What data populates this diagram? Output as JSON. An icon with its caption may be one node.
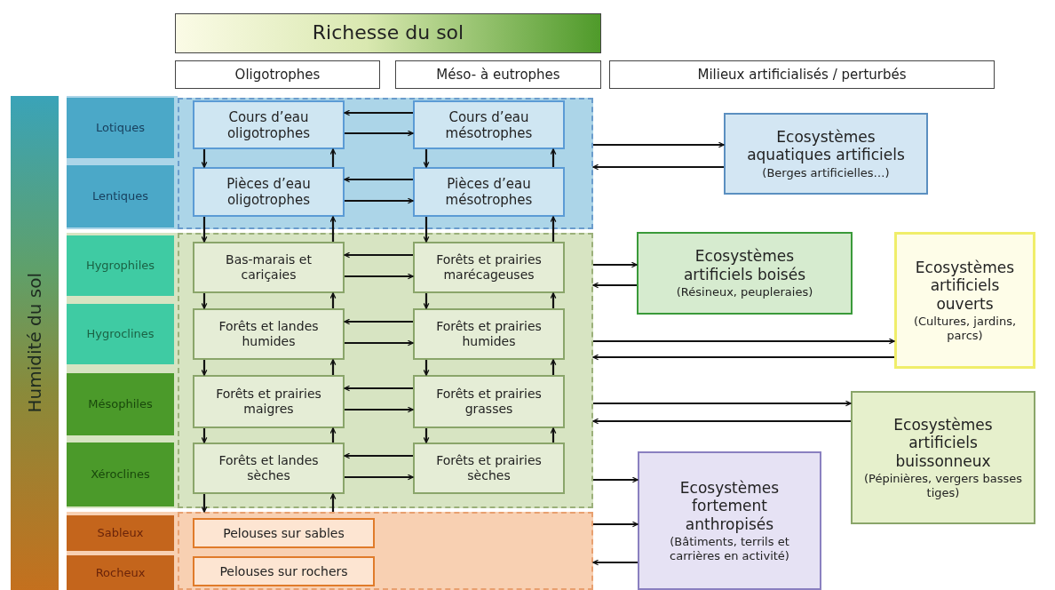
{
  "diagram": {
    "nodes": [
      {
        "text": [
          "Richesse du sol"
        ]
      },
      {
        "text": [
          "Oligotrophes"
        ]
      },
      {
        "text": [
          "Méso- à eutrophes"
        ]
      },
      {
        "text": [
          "Milieux artificialisés / perturbés"
        ]
      },
      {
        "text": [
          "Humidité du sol"
        ]
      },
      {
        "text": [
          "Lotiques"
        ]
      },
      {
        "text": [
          "Lentiques"
        ]
      },
      {
        "text": [
          "Hygrophiles"
        ]
      },
      {
        "text": [
          "Hygroclines"
        ]
      },
      {
        "text": [
          "Mésophiles"
        ]
      },
      {
        "text": [
          "Xéroclines"
        ]
      },
      {
        "text": [
          "Sableux"
        ]
      },
      {
        "text": [
          "Rocheux"
        ]
      },
      {
        "text": [],
        "shape": "box"
      },
      {
        "text": [
          "Cours d’eau oligotrophes"
        ],
        "in": 13
      },
      {
        "text": [
          "Cours d’eau mésotrophes"
        ],
        "in": 13
      },
      {
        "text": [
          "Pièces d’eau oligotrophes"
        ],
        "in": 13
      },
      {
        "text": [
          "Pièces d’eau mésotrophes"
        ],
        "in": 13
      },
      {
        "text": [],
        "shape": "box"
      },
      {
        "text": [
          "Bas-marais et cariçaies"
        ],
        "in": 18
      },
      {
        "text": [
          "Forêts et prairies marécageuses"
        ],
        "in": 18
      },
      {
        "text": [
          "Forêts et landes humides"
        ],
        "in": 18
      },
      {
        "text": [
          "Forêts et prairies humides"
        ],
        "in": 18
      },
      {
        "text": [
          "Forêts et prairies maigres"
        ],
        "in": 18
      },
      {
        "text": [
          "Forêts et prairies grasses"
        ],
        "in": 18
      },
      {
        "text": [
          "Forêts et landes sèches"
        ],
        "in": 18
      },
      {
        "text": [
          "Forêts et prairies sèches"
        ],
        "in": 18
      },
      {
        "text": [],
        "shape": "box"
      },
      {
        "text": [
          "Pelouses sur sables"
        ],
        "in": 27
      },
      {
        "text": [
          "Pelouses sur rochers"
        ],
        "in": 27
      },
      {
        "text": [
          "Ecosystèmes aquatiques artificiels",
          "(Berges artificielles…)"
        ]
      },
      {
        "text": [
          "Ecosystèmes artificiels boisés",
          "(Résineux, peupleraies)"
        ]
      },
      {
        "text": [
          "Ecosystèmes artificiels ouverts",
          "(Cultures, jardins, parcs)"
        ]
      },
      {
        "text": [
          "Ecosystèmes artificiels buissonneux",
          "(Pépinières, vergers basses tiges)"
        ]
      },
      {
        "text": [
          "Ecosystèmes fortement anthropisés",
          "(Bâtiments, terrils et carrières en activité)"
        ]
      }
    ],
    "edges": [
      {
        "from": 15,
        "to": 14,
        "arrow": "to"
      },
      {
        "from": 14,
        "to": 15,
        "arrow": "to"
      },
      {
        "from": 17,
        "to": 16,
        "arrow": "to"
      },
      {
        "from": 16,
        "to": 17,
        "arrow": "to"
      },
      {
        "from": 20,
        "to": 19,
        "arrow": "to"
      },
      {
        "from": 19,
        "to": 20,
        "arrow": "to"
      },
      {
        "from": 22,
        "to": 21,
        "arrow": "to"
      },
      {
        "from": 21,
        "to": 22,
        "arrow": "to"
      },
      {
        "from": 24,
        "to": 23,
        "arrow": "to"
      },
      {
        "from": 23,
        "to": 24,
        "arrow": "to"
      },
      {
        "from": 26,
        "to": 25,
        "arrow": "to"
      },
      {
        "from": 25,
        "to": 26,
        "arrow": "to"
      },
      {
        "from": 14,
        "to": 16,
        "arrow": "to"
      },
      {
        "from": 16,
        "to": 14,
        "arrow": "to"
      },
      {
        "from": 16,
        "to": 19,
        "arrow": "to"
      },
      {
        "from": 19,
        "to": 16,
        "arrow": "to"
      },
      {
        "from": 19,
        "to": 21,
        "arrow": "to"
      },
      {
        "from": 21,
        "to": 19,
        "arrow": "to"
      },
      {
        "from": 21,
        "to": 23,
        "arrow": "to"
      },
      {
        "from": 23,
        "to": 21,
        "arrow": "to"
      },
      {
        "from": 23,
        "to": 25,
        "arrow": "to"
      },
      {
        "from": 25,
        "to": 23,
        "arrow": "to"
      },
      {
        "from": 25,
        "to": 27,
        "arrow": "to"
      },
      {
        "from": 27,
        "to": 25,
        "arrow": "to"
      },
      {
        "from": 15,
        "to": 17,
        "arrow": "to"
      },
      {
        "from": 17,
        "to": 15,
        "arrow": "to"
      },
      {
        "from": 17,
        "to": 20,
        "arrow": "to"
      },
      {
        "from": 20,
        "to": 17,
        "arrow": "to"
      },
      {
        "from": 20,
        "to": 22,
        "arrow": "to"
      },
      {
        "from": 22,
        "to": 20,
        "arrow": "to"
      },
      {
        "from": 22,
        "to": 24,
        "arrow": "to"
      },
      {
        "from": 24,
        "to": 22,
        "arrow": "to"
      },
      {
        "from": 24,
        "to": 26,
        "arrow": "to"
      },
      {
        "from": 26,
        "to": 24,
        "arrow": "to"
      },
      {
        "from": 13,
        "to": 30,
        "arrow": "to"
      },
      {
        "from": 30,
        "to": 13,
        "arrow": "to"
      },
      {
        "from": 18,
        "to": 31,
        "arrow": "to"
      },
      {
        "from": 31,
        "to": 18,
        "arrow": "to"
      },
      {
        "from": 18,
        "to": 32,
        "arrow": "to"
      },
      {
        "from": 32,
        "to": 18,
        "arrow": "to"
      },
      {
        "from": 18,
        "to": 33,
        "arrow": "to"
      },
      {
        "from": 33,
        "to": 18,
        "arrow": "to"
      },
      {
        "from": 18,
        "to": 34,
        "arrow": "to"
      },
      {
        "from": 27,
        "to": 34,
        "arrow": "to"
      },
      {
        "from": 34,
        "to": 27,
        "arrow": "to"
      }
    ]
  }
}
